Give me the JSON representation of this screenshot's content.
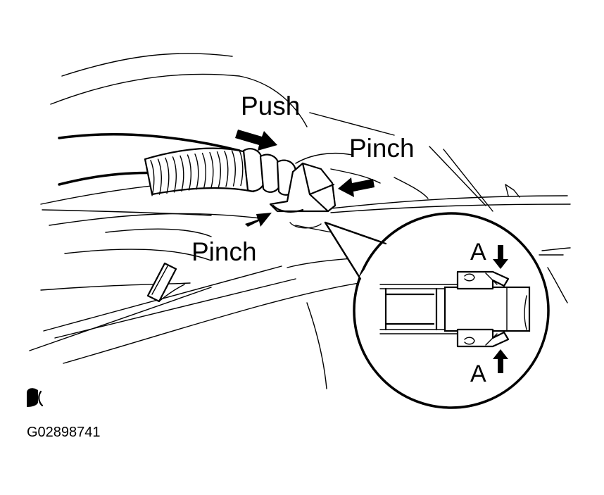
{
  "labels": {
    "push": "Push",
    "pinch_right": "Pinch",
    "pinch_left": "Pinch",
    "a_top": "A",
    "a_bottom": "A"
  },
  "figure_code": "G02898741",
  "icons": {
    "corner_mark": "fuel-gauge-icon"
  },
  "colors": {
    "ink": "#000000",
    "paper": "#ffffff"
  }
}
